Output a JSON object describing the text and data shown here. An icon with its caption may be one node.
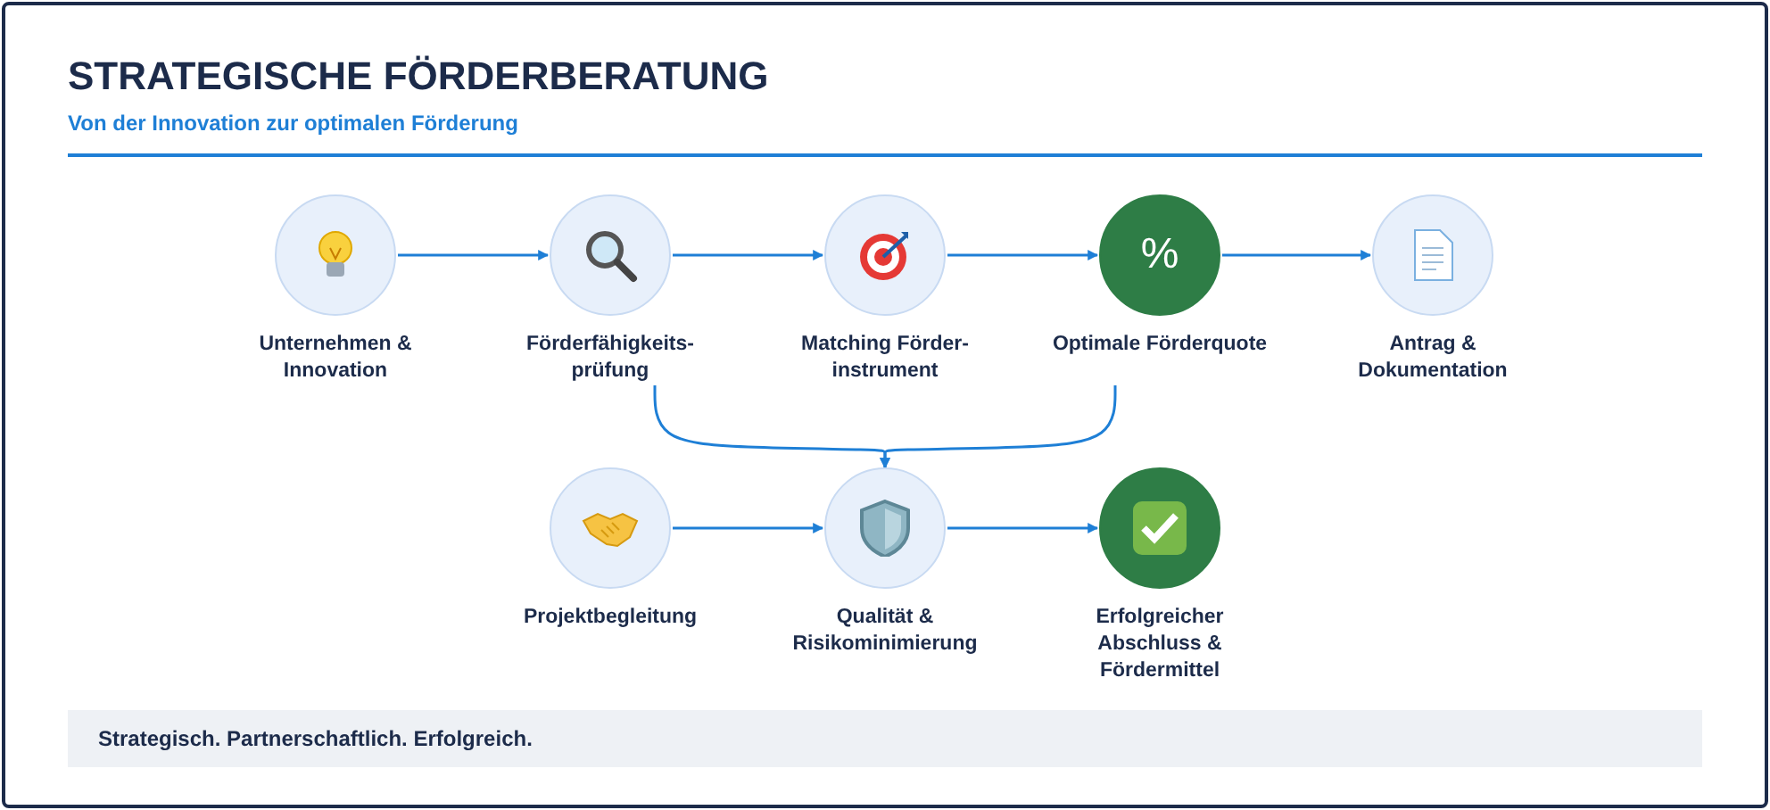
{
  "diagram": {
    "title": "STRATEGISCHE FÖRDERBERATUNG",
    "nodes": [
      {
        "text": [
          "Unternehmen & Innovation"
        ]
      },
      {
        "text": [
          "Förderfähigkeits- prüfung"
        ]
      },
      {
        "text": [
          "Matching Förder- instrument"
        ]
      },
      {
        "text": [
          "%",
          "Optimale Förderquote"
        ]
      },
      {
        "text": [
          "Antrag & Dokumentation"
        ]
      },
      {
        "text": [
          "Projektbegleitung"
        ]
      },
      {
        "text": [
          "Qualität & Risikominimierung"
        ]
      },
      {
        "text": [
          "Erfolgreicher Abschluss & Fördermittel"
        ]
      },
      {
        "text": [
          "Strategisch. Partnerschaftlich. Erfolgreich."
        ]
      }
    ],
    "edges": [
      {
        "from": 0,
        "to": 1,
        "arrow": "to"
      },
      {
        "from": 1,
        "to": 2,
        "arrow": "to"
      },
      {
        "from": 2,
        "to": 3,
        "arrow": "to"
      },
      {
        "from": 3,
        "to": 4,
        "arrow": "to"
      },
      {
        "from": 5,
        "to": 6,
        "arrow": "to"
      },
      {
        "from": 6,
        "to": 7,
        "arrow": "to"
      },
      {
        "from": 1,
        "to": 6,
        "arrow": "to"
      },
      {
        "from": 3,
        "to": 6,
        "arrow": "to"
      }
    ],
    "labels": [
      "Von der Innovation zur optimalen Förderung"
    ]
  }
}
